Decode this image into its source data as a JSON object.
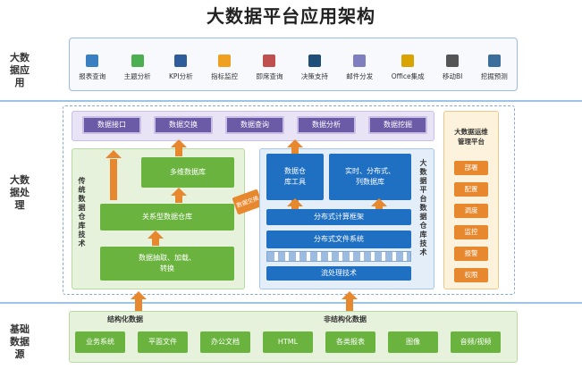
{
  "title": "大数据平台应用架构",
  "rows": {
    "app": "大数据应用",
    "proc": "大数据处理",
    "base": "基础数据源"
  },
  "apps": [
    {
      "label": "报表查询",
      "icon": "report-icon",
      "color": "#3a7fc1"
    },
    {
      "label": "主题分析",
      "icon": "bar-chart-icon",
      "color": "#4caf50"
    },
    {
      "label": "KPI分析",
      "icon": "kpi-gauge-icon",
      "color": "#2f5d9c"
    },
    {
      "label": "指标监控",
      "icon": "sun-monitor-icon",
      "color": "#f0a020"
    },
    {
      "label": "即席查询",
      "icon": "document-query-icon",
      "color": "#c0504d"
    },
    {
      "label": "决策支持",
      "icon": "decision-icon",
      "color": "#1f4e79"
    },
    {
      "label": "邮件分发",
      "icon": "mail-icon",
      "color": "#7f7fbf"
    },
    {
      "label": "Office集成",
      "icon": "office-icon",
      "color": "#d9a400"
    },
    {
      "label": "移动BI",
      "icon": "mobile-bi-icon",
      "color": "#555555"
    },
    {
      "label": "挖掘预测",
      "icon": "mining-icon",
      "color": "#3c6e9c"
    }
  ],
  "services": [
    "数据接口",
    "数据交换",
    "数据查询",
    "数据分析",
    "数据挖掘"
  ],
  "traditional": {
    "side": "传统数据仓库技术",
    "multidim": "多维数据库",
    "relational": "关系型数据仓库",
    "etl_line1": "数据抽取、加载、",
    "etl_line2": "转换"
  },
  "bigdata": {
    "side": "大数据平台数据仓库技术",
    "warehouse_tool_line1": "数据仓",
    "warehouse_tool_line2": "库工具",
    "realtime_line1": "实时、分布式、",
    "realtime_line2": "列数据库",
    "distributed_compute": "分布式计算框架",
    "distributed_fs": "分布式文件系统",
    "stream": "流处理技术"
  },
  "exchange": "数据交换",
  "ops": {
    "title_line1": "大数据运维",
    "title_line2": "管理平台",
    "items": [
      "部署",
      "配置",
      "调度",
      "监控",
      "报警",
      "权限"
    ]
  },
  "sources": {
    "structured": "结构化数据",
    "unstructured": "非结构化数据",
    "items": [
      "业务系统",
      "平面文件",
      "办公文档",
      "HTML",
      "各类报表",
      "图像",
      "音频/视频"
    ]
  }
}
